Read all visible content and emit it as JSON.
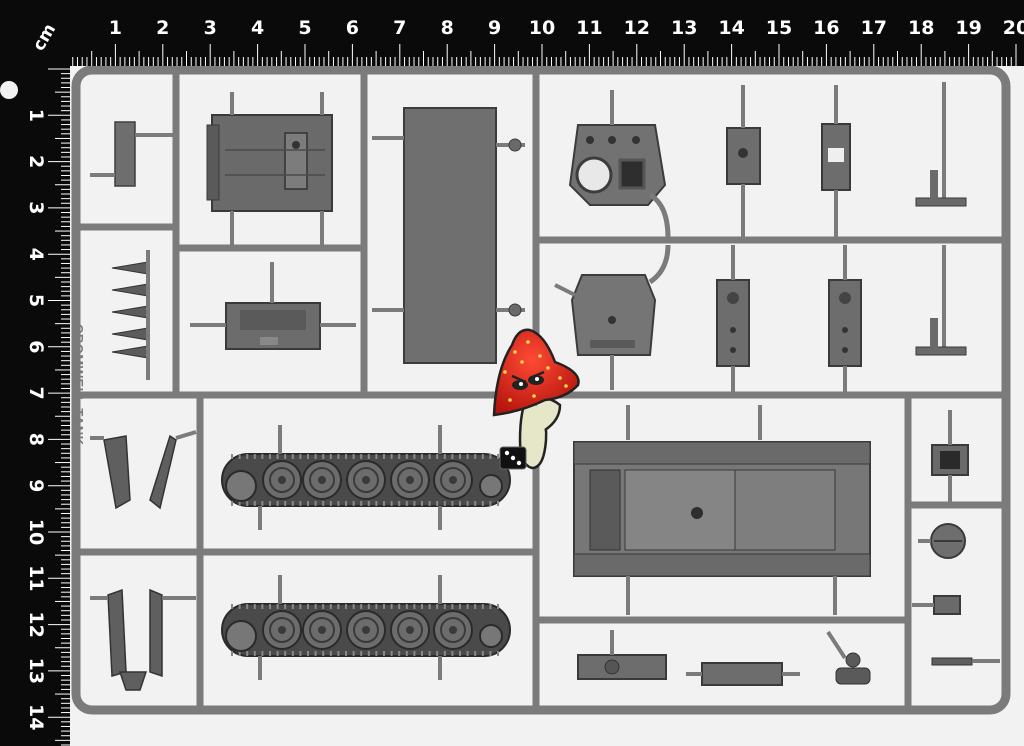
{
  "ruler": {
    "unit": "cm",
    "top_marks": [
      "1",
      "2",
      "3",
      "4",
      "5",
      "6",
      "7",
      "8",
      "9",
      "10",
      "11",
      "12",
      "13",
      "14",
      "15",
      "16",
      "17",
      "18",
      "19",
      "20"
    ],
    "left_marks": [
      "1",
      "2",
      "3",
      "4",
      "5",
      "6",
      "7",
      "8",
      "9",
      "10",
      "11",
      "12",
      "13",
      "14",
      "5"
    ]
  },
  "sprue": {
    "label": "CROMWELL TANK"
  },
  "colors": {
    "ruler": "#0a0a0a",
    "plastic": "#7b7b7b",
    "plastic_dark": "#4e4e4e",
    "background": "#f2f2f2",
    "mushroom_cap": "#d8261c",
    "mushroom_stem": "#e6e6c8"
  }
}
